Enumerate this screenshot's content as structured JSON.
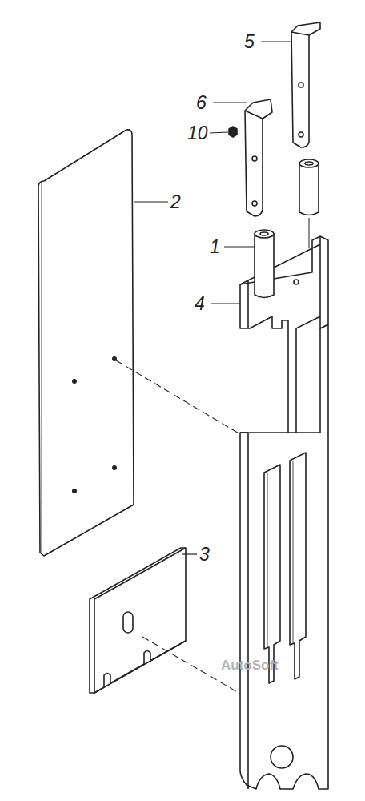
{
  "diagram": {
    "labels": [
      "5",
      "6",
      "10",
      "2",
      "1",
      "4",
      "3",
      "AutoSoft"
    ]
  }
}
